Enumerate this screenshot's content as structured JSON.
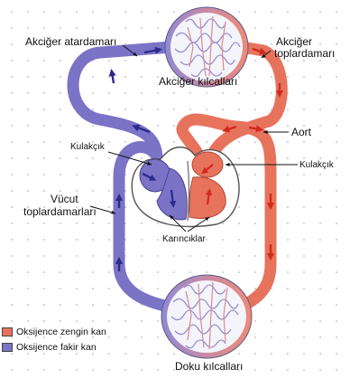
{
  "labels": {
    "pulmonary_artery": "Akciğer atardamarı",
    "pulmonary_veins_line1": "Akciğer",
    "pulmonary_veins_line2": "toplardamarı",
    "lung_capillaries": "Akciğer kılcalları",
    "aorta": "Aort",
    "left_atrium": "Kulakçık",
    "right_atrium": "Kulakçık",
    "body_veins_line1": "Vücut",
    "body_veins_line2": "toplardamarları",
    "ventricles": "Karıncıklar",
    "tissue_capillaries": "Doku kılcalları"
  },
  "legend": [
    {
      "label": "Oksijence zengin kan",
      "color": "#e8735c"
    },
    {
      "label": "Oksijence fakir kan",
      "color": "#7a73c6"
    }
  ],
  "colors": {
    "oxygen_rich": "#e8735c",
    "oxygen_poor": "#7a73c6",
    "arrow_red": "#d02a20",
    "arrow_blue": "#2c2a8e"
  }
}
